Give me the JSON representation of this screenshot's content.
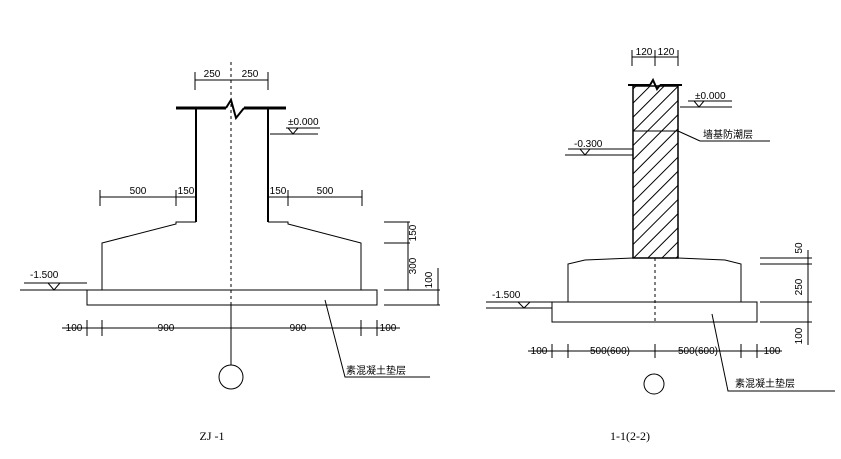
{
  "left": {
    "title": "ZJ -1",
    "dims_top": [
      "250",
      "250"
    ],
    "dims_mid": [
      "500",
      "150",
      "150",
      "500"
    ],
    "dims_bottom": [
      "100",
      "900",
      "900",
      "100"
    ],
    "dims_right": [
      "150",
      "300",
      "100"
    ],
    "level_top": "±0.000",
    "level_bottom": "-1.500",
    "note": "素混凝土垫层"
  },
  "right": {
    "title": "1-1(2-2)",
    "dims_top": [
      "120",
      "120"
    ],
    "dims_bottom": [
      "100",
      "500(600)",
      "500(600)",
      "100"
    ],
    "dims_right": [
      "50",
      "250",
      "100"
    ],
    "level_top": "±0.000",
    "level_mid": "-0.300",
    "level_bottom": "-1.500",
    "note_dpc": "墙基防潮层",
    "note": "素混凝土垫层"
  }
}
